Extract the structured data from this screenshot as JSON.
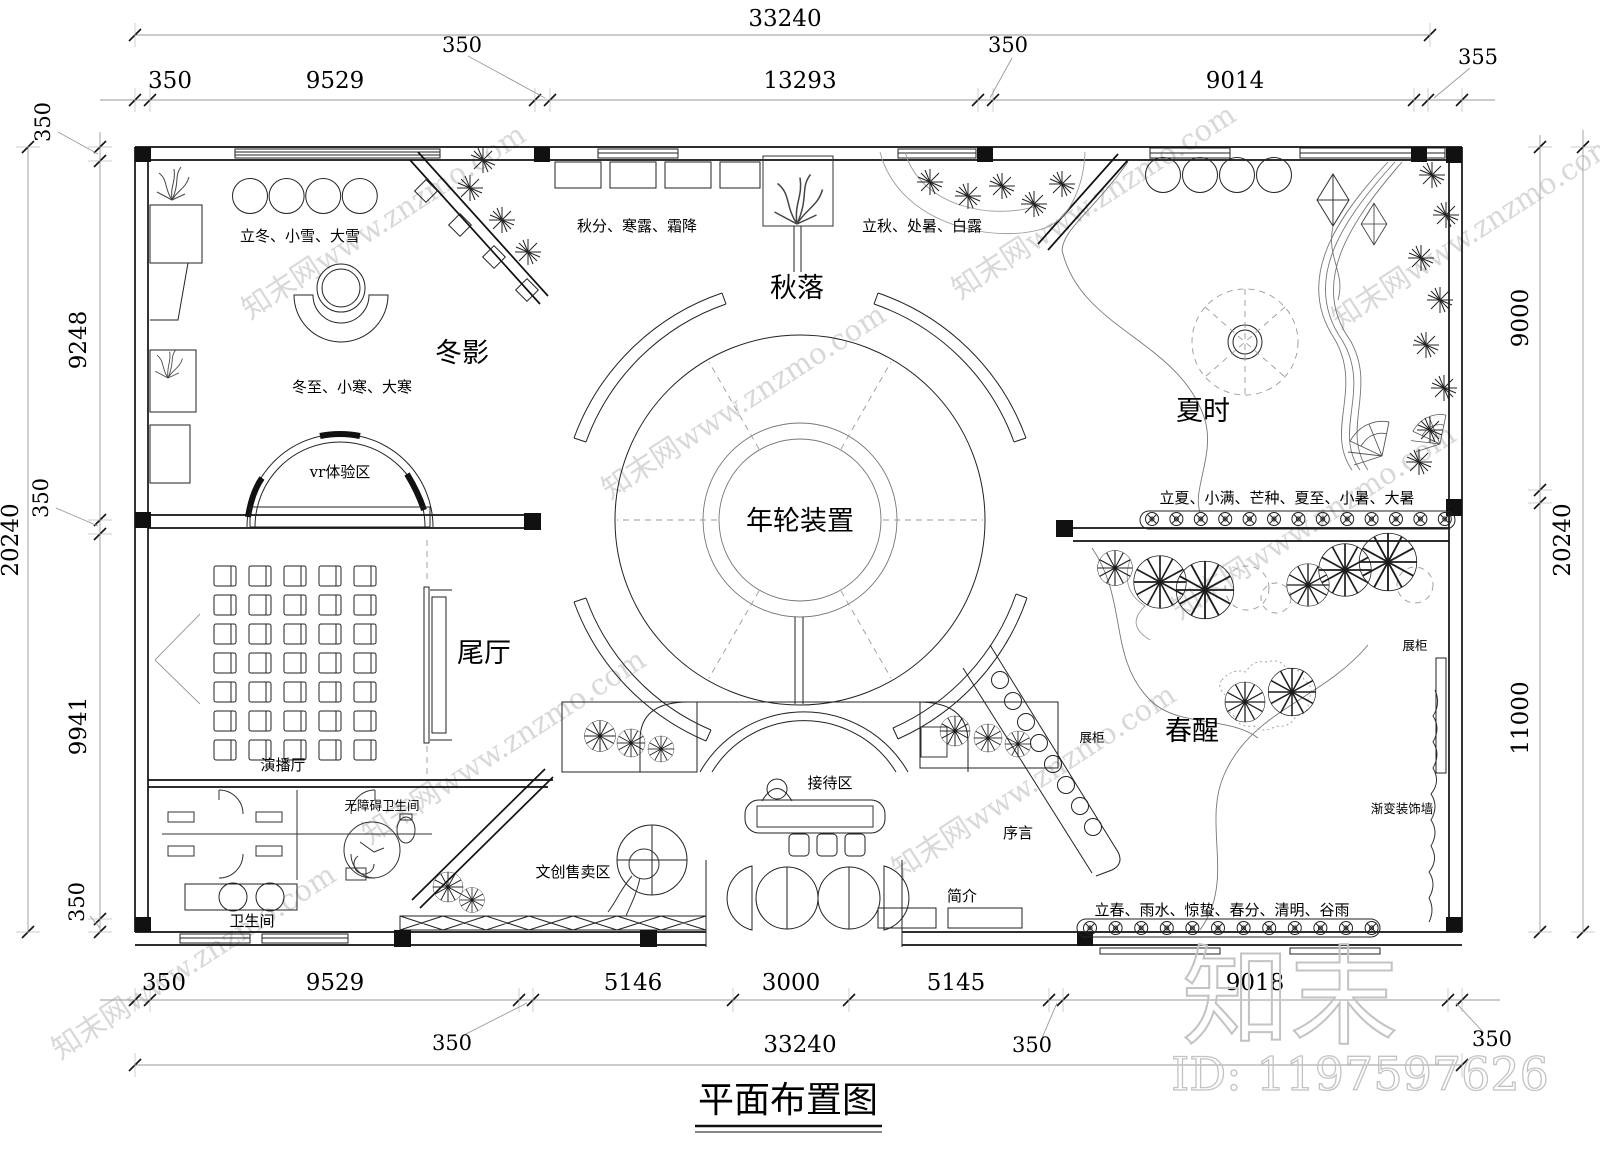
{
  "title": "平面布置图",
  "watermark": {
    "site": "知末网www.znzmo.com",
    "brand": "知末",
    "id": "ID: 1197597626"
  },
  "zones": {
    "winter": {
      "name": "冬影",
      "terms_a": "立冬、小雪、大雪",
      "terms_b": "冬至、小寒、大寒",
      "vr": "vr体验区"
    },
    "autumn": {
      "name": "秋落",
      "terms_a": "秋分、寒露、霜降",
      "terms_b": "立秋、处暑、白露"
    },
    "summer": {
      "name": "夏时",
      "terms": "立夏、小满、芒种、夏至、小暑、大暑"
    },
    "spring": {
      "name": "春醒",
      "terms": "立春、雨水、惊蛰、春分、清明、谷雨"
    },
    "center_name": "年轮装置"
  },
  "rooms": {
    "tail_hall": "尾厅",
    "studio": "演播厅",
    "toilet": "卫生间",
    "accessible_toilet": "无障碍卫生间",
    "creative_sales": "文创售卖区",
    "reception": "接待区",
    "preface": "序言",
    "intro": "简介",
    "display_case": "展柜",
    "display_case_right": "展柜",
    "gradient_wall": "渐变装饰墙"
  },
  "dims": {
    "overall_w": "33240",
    "overall_h": "20240",
    "top": [
      "350",
      "9529",
      "350",
      "13293",
      "350",
      "9014",
      "355"
    ],
    "left": [
      "350",
      "9248",
      "350",
      "9941",
      "350"
    ],
    "right": [
      "9000",
      "11000"
    ],
    "bottom": [
      "350",
      "9529",
      "350",
      "5146",
      "3000",
      "5145",
      "350",
      "9018",
      "350"
    ]
  }
}
